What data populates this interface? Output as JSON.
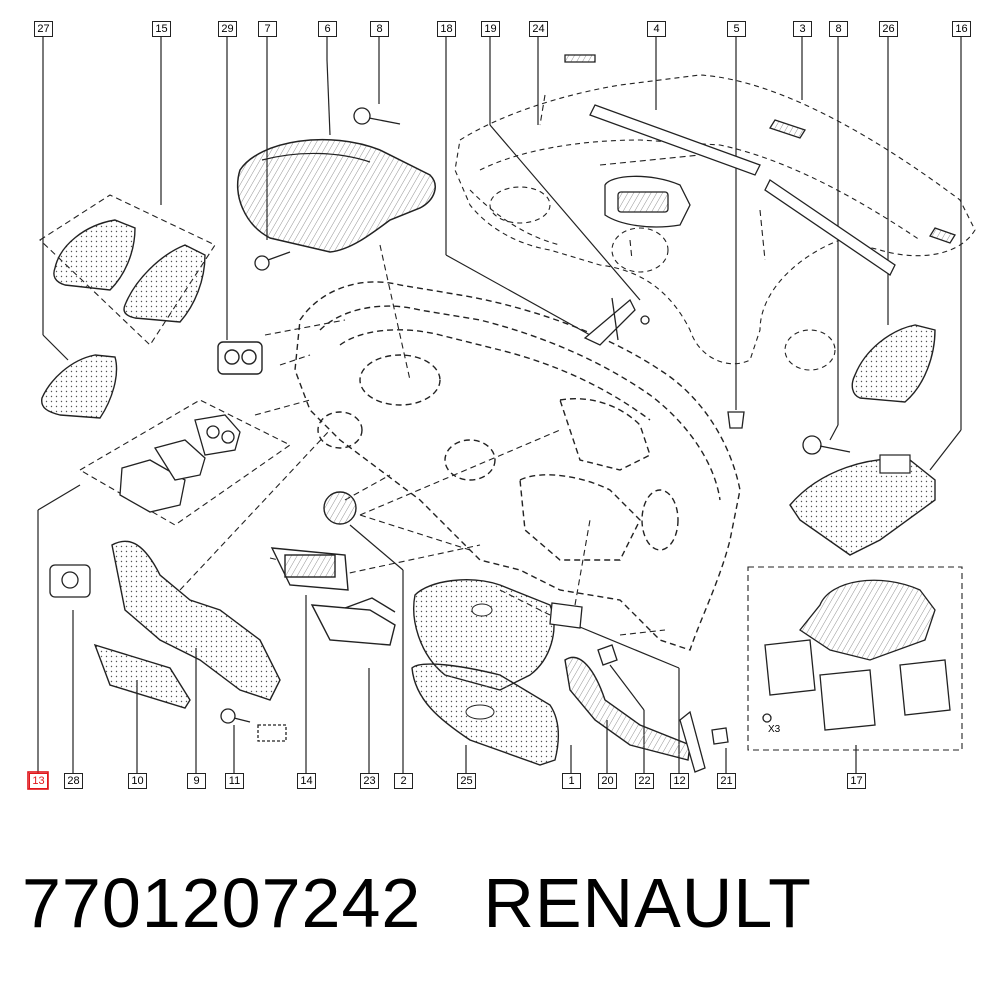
{
  "callouts_top": [
    "27",
    "15",
    "29",
    "7",
    "6",
    "8",
    "18",
    "19",
    "24",
    "4",
    "5",
    "3",
    "8",
    "26",
    "16"
  ],
  "callouts_bottom": [
    "13",
    "28",
    "10",
    "9",
    "11",
    "14",
    "23",
    "2",
    "25",
    "1",
    "20",
    "22",
    "12",
    "21",
    "17"
  ],
  "highlighted_callout": "13",
  "quantity_note": "X3",
  "part_number": "7701207242",
  "brand": "RENAULT",
  "colors": {
    "line": "#222222",
    "highlight": "#e0161b",
    "background": "#ffffff"
  }
}
